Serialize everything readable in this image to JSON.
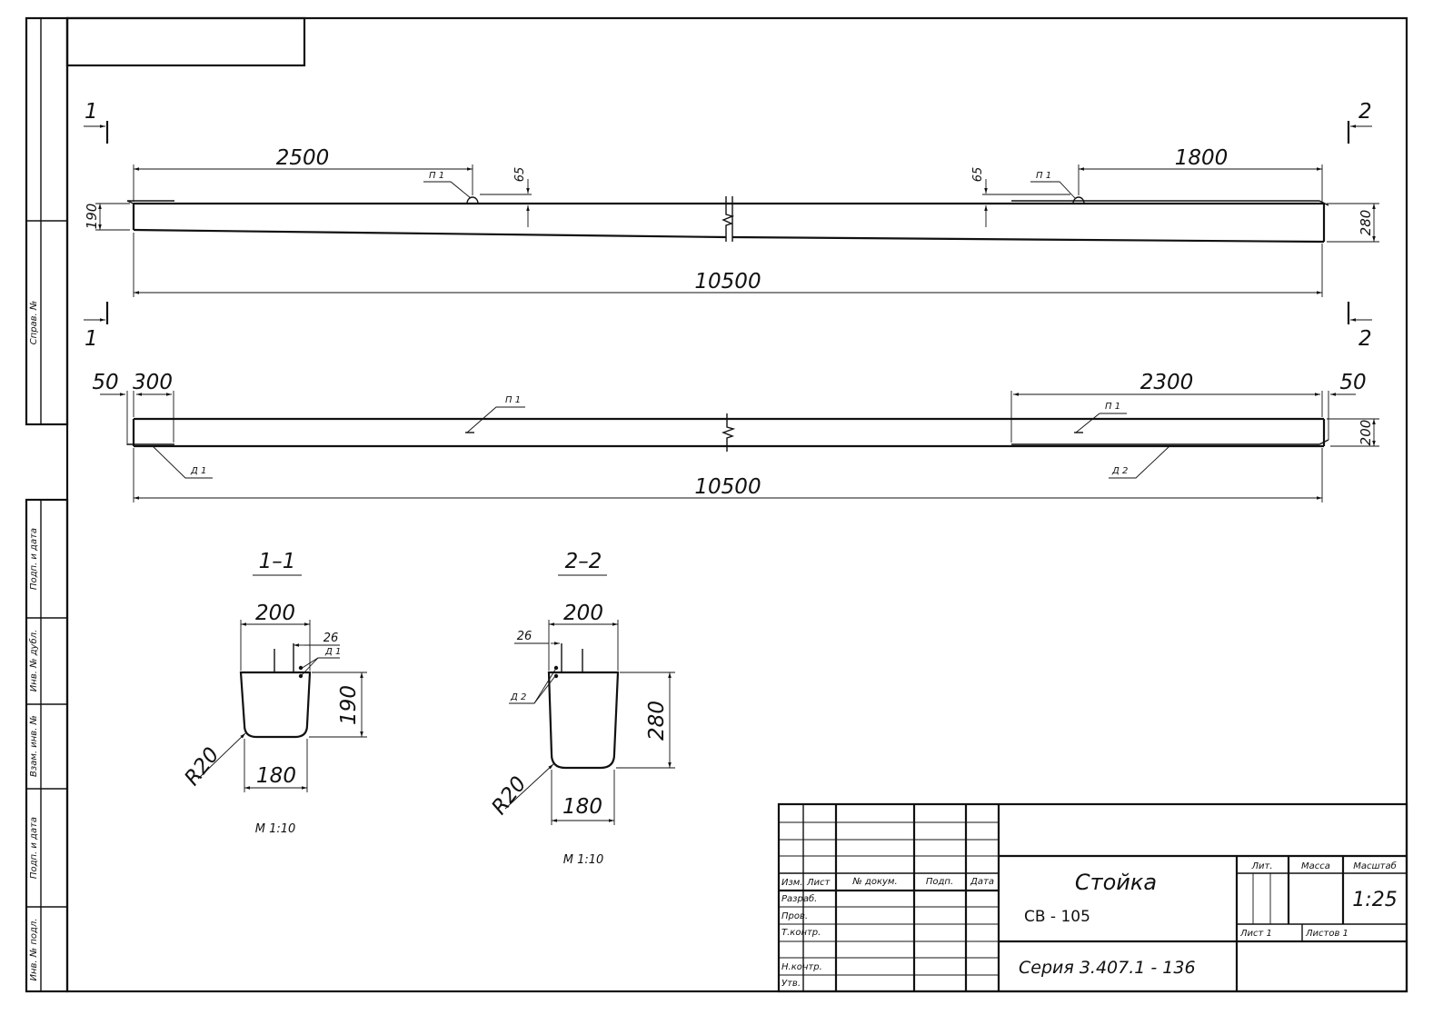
{
  "section_marks": {
    "one": "1",
    "two": "2"
  },
  "elevation": {
    "dims": {
      "left_offset": "2500",
      "right_offset": "1800",
      "total_length": "10500",
      "left_height": "190",
      "right_height": "280",
      "loop_left": "65",
      "loop_right": "65"
    },
    "labels": {
      "loop_left": "П 1",
      "loop_right": "П 1"
    }
  },
  "plan": {
    "dims": {
      "left_edge": "50",
      "left_zone": "300",
      "right_zone": "2300",
      "right_edge": "50",
      "width": "200",
      "total_length": "10500"
    },
    "labels": {
      "loop_left": "П 1",
      "loop_right": "П 1",
      "part_left": "Д 1",
      "part_right": "Д 2"
    }
  },
  "section_1_1": {
    "title": "1–1",
    "dims": {
      "top_width": "200",
      "offset": "26",
      "height": "190",
      "bottom_width": "180",
      "radius": "R20"
    },
    "part_label": "Д 1",
    "scale": "М 1:10"
  },
  "section_2_2": {
    "title": "2–2",
    "dims": {
      "top_width": "200",
      "offset": "26",
      "height": "280",
      "bottom_width": "180",
      "radius": "R20"
    },
    "part_label": "Д 2",
    "scale": "М 1:10"
  },
  "side_stamp": {
    "sprav": "Справ. №",
    "podp_data_1": "Подп. и дата",
    "inv_dubl": "Инв. № дубл.",
    "vzam_inv": "Взам. инв. №",
    "podp_data_2": "Подп. и дата",
    "inv_podl": "Инв. № подл."
  },
  "title_block": {
    "headers": {
      "izm": "Изм.",
      "list": "Лист",
      "n_dokum": "№ докум.",
      "podp": "Подп.",
      "data": "Дата"
    },
    "roles": {
      "razrab": "Разраб.",
      "prov": "Пров.",
      "t_kontr": "Т.контр.",
      "n_kontr": "Н.контр.",
      "utv": "Утв."
    },
    "name": "Стойка",
    "code": "СВ - 105",
    "series": "Серия 3.407.1 - 136",
    "lit_label": "Лит.",
    "mass_label": "Масса",
    "scale_label": "Масштаб",
    "scale_value": "1:25",
    "sheet_label": "Лист 1",
    "sheets_label": "Листов 1"
  }
}
